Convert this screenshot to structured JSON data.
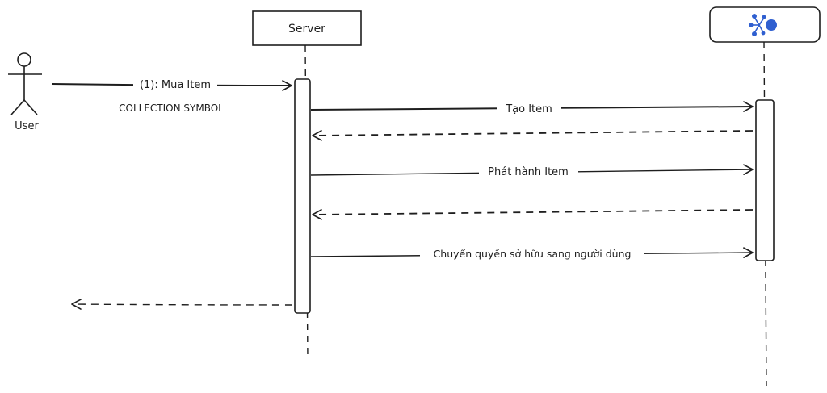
{
  "actors": {
    "user": {
      "label": "User"
    },
    "server": {
      "label": "Server"
    },
    "service": {
      "icon": "blockchain-nodes-icon"
    }
  },
  "messages": [
    {
      "from": "user",
      "to": "server",
      "label": "(1): Mua Item",
      "style": "solid"
    },
    {
      "from": "server",
      "to": "service",
      "label": "Tạo Item",
      "style": "solid"
    },
    {
      "from": "service",
      "to": "server",
      "label": "",
      "style": "dashed"
    },
    {
      "from": "server",
      "to": "service",
      "label": "Phát hành Item",
      "style": "solid"
    },
    {
      "from": "service",
      "to": "server",
      "label": "",
      "style": "dashed"
    },
    {
      "from": "server",
      "to": "service",
      "label": "Chuyển quyền sở hữu sang người dùng",
      "style": "solid"
    },
    {
      "from": "server",
      "to": "user",
      "label": "",
      "style": "dashed"
    }
  ],
  "notes": {
    "collection_symbol": "COLLECTION SYMBOL"
  },
  "colors": {
    "stroke": "#1e1e1e",
    "icon_blue": "#2f5fd0"
  }
}
